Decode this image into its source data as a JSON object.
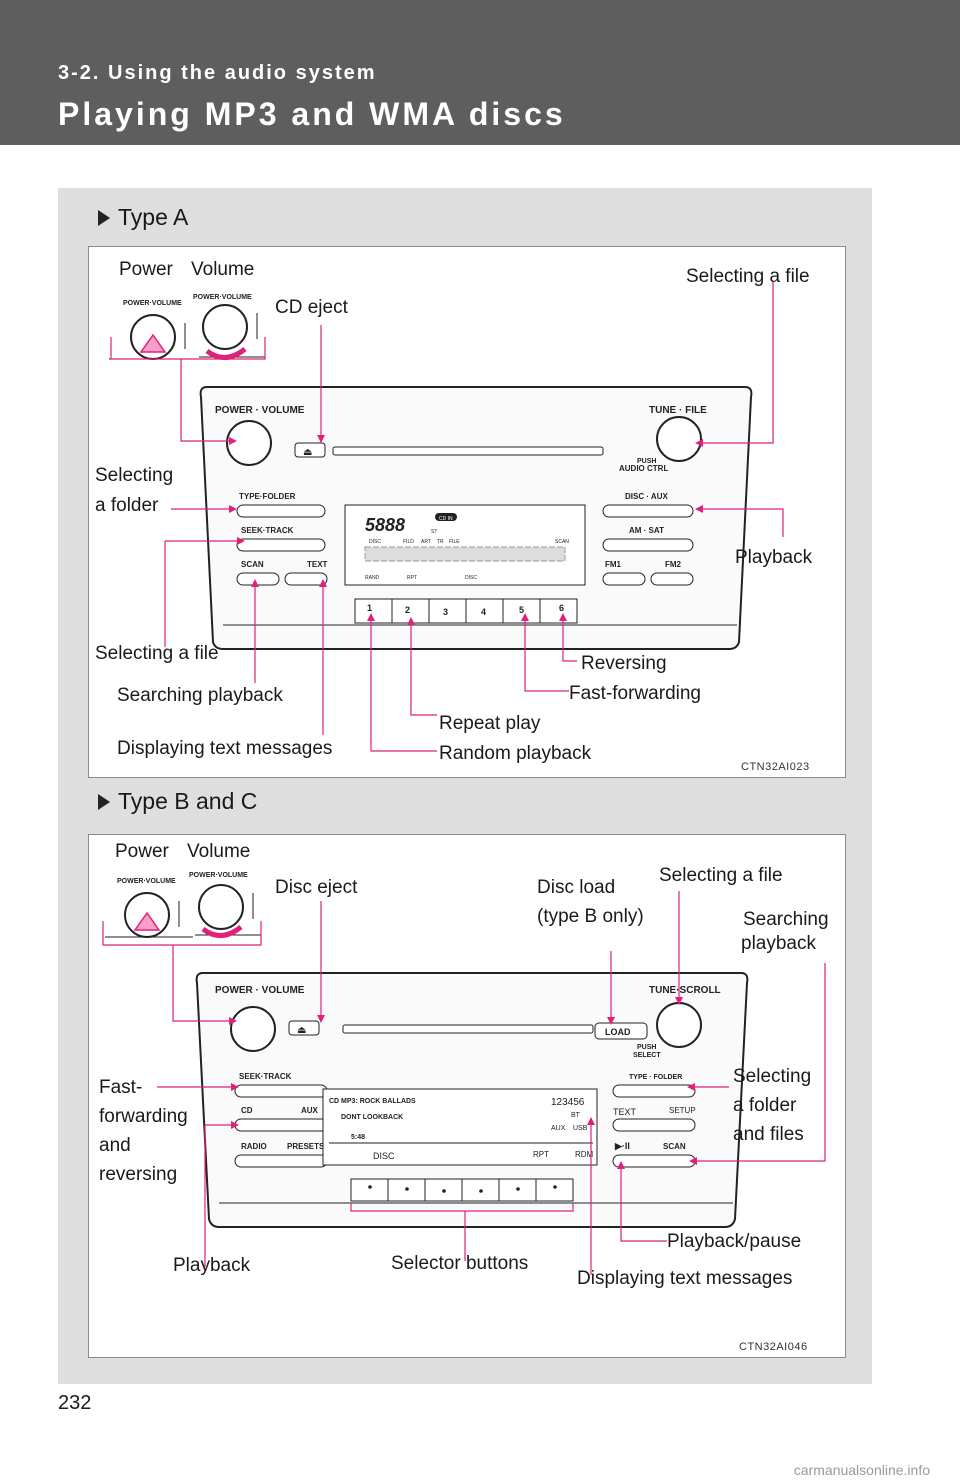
{
  "header": {
    "section": "3-2. Using the audio system",
    "title": "Playing MP3 and WMA discs"
  },
  "type_a": {
    "heading": "Type A",
    "figure_code": "CTN32AI023",
    "labels": {
      "power": "Power",
      "volume": "Volume",
      "cd_eject": "CD eject",
      "selecting_file_top": "Selecting a file",
      "selecting_folder_1": "Selecting",
      "selecting_folder_2": "a folder",
      "playback": "Playback",
      "selecting_file_left": "Selecting a file",
      "reversing": "Reversing",
      "searching_playback": "Searching playback",
      "fast_forwarding": "Fast-forwarding",
      "repeat_play": "Repeat play",
      "displaying_text": "Displaying text messages",
      "random_playback": "Random playback"
    },
    "unit": {
      "knob_label": "POWER·VOLUME",
      "power_volume": "POWER · VOLUME",
      "tune_file": "TUNE · FILE",
      "push": "PUSH",
      "audio_ctrl": "AUDIO CTRL",
      "type_folder": "TYPE·FOLDER",
      "seek_track": "SEEK·TRACK",
      "scan": "SCAN",
      "text": "TEXT",
      "disc_aux": "DISC · AUX",
      "am_sat": "AM · SAT",
      "fm1": "FM1",
      "fm2": "FM2",
      "display_digits": "5888",
      "cd_in": "CD IN",
      "st": "ST",
      "disc": "DISC",
      "fild": "FILD",
      "art": "ART",
      "tr": "TR",
      "file": "FILE",
      "scan_small": "SCAN",
      "rand": "RAND",
      "rpt": "RPT",
      "presets": [
        "1",
        "2",
        "3",
        "4",
        "5",
        "6"
      ]
    }
  },
  "type_bc": {
    "heading": "Type B and C",
    "figure_code": "CTN32AI046",
    "labels": {
      "power": "Power",
      "volume": "Volume",
      "disc_eject": "Disc eject",
      "disc_load_1": "Disc load",
      "disc_load_2": "(type B only)",
      "selecting_file": "Selecting a file",
      "searching_1": "Searching",
      "searching_2": "playback",
      "fast_1": "Fast-",
      "fast_2": "forwarding",
      "fast_3": "and",
      "fast_4": "reversing",
      "folder_1": "Selecting",
      "folder_2": "a folder",
      "folder_3": "and files",
      "playback_pause": "Playback/pause",
      "playback": "Playback",
      "selector_buttons": "Selector buttons",
      "displaying_text": "Displaying text messages"
    },
    "unit": {
      "knob_label": "POWER·VOLUME",
      "power_volume": "POWER · VOLUME",
      "tune_scroll": "TUNE·SCROLL",
      "load": "LOAD",
      "push": "PUSH",
      "select": "SELECT",
      "seek_track": "SEEK·TRACK",
      "cd": "CD",
      "aux": "AUX",
      "radio": "RADIO",
      "presets": "PRESETS",
      "type_folder": "TYPE · FOLDER",
      "text": "TEXT",
      "setup": "SETUP",
      "scan": "SCAN",
      "play_pause": "▶·II",
      "disp_line1": "CD MP3: ROCK BALLADS",
      "disp_line2": "DONT LOOKBACK",
      "disp_time": "5:48",
      "disp_nums": "123456",
      "disp_bt": "BT",
      "disp_aux": "AUX",
      "disp_usb": "USB",
      "disp_disc": "DISC",
      "disp_rpt": "RPT",
      "disp_rdm": "RDM"
    }
  },
  "footer": {
    "page_number": "232",
    "watermark": "carmanualsonline.info"
  }
}
